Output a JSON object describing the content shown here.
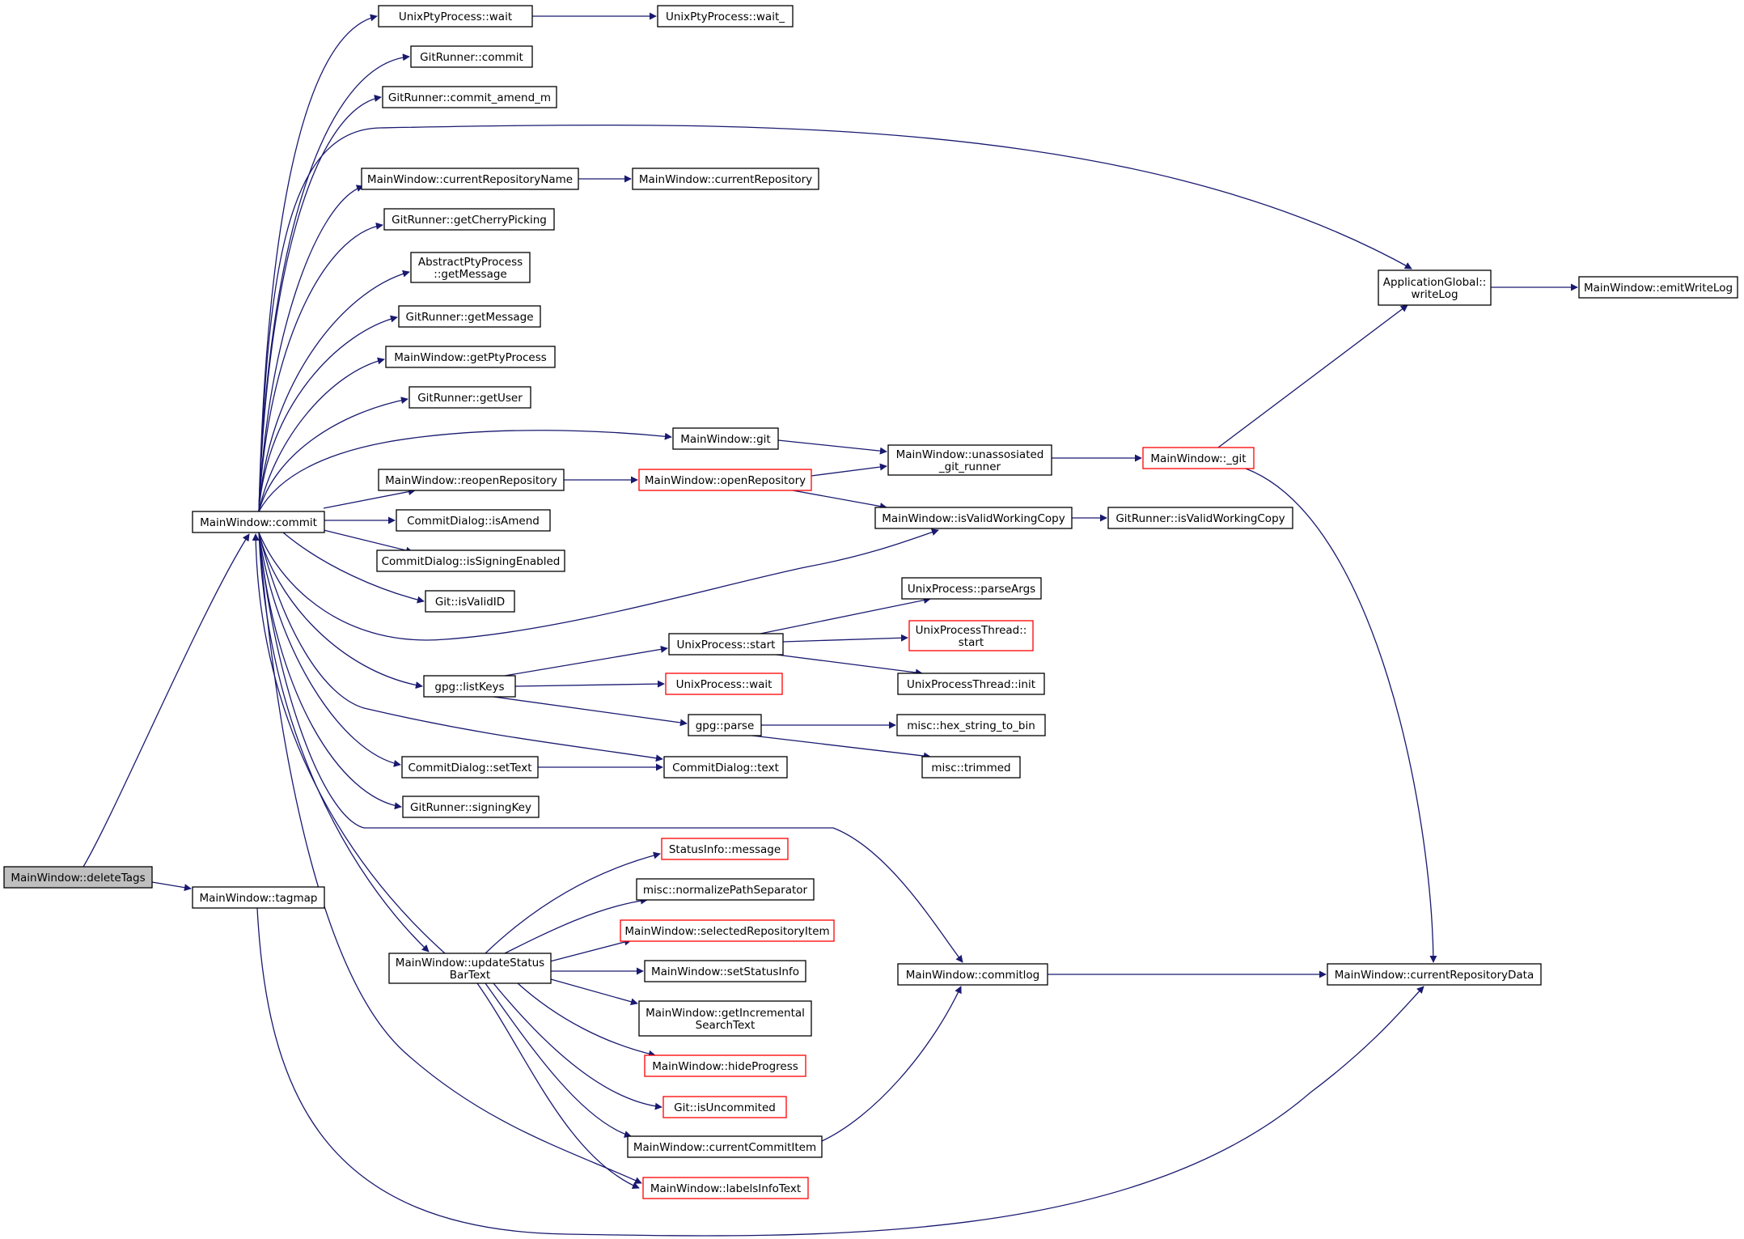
{
  "diagram": {
    "type": "call-graph",
    "node_border_color": "#000000",
    "truncated_node_border_color": "#ff0000",
    "root_fill_color": "#bfbfbf",
    "edge_color": "#191970",
    "nodes": [
      {
        "id": "deleteTags",
        "lines": [
          "MainWindow::deleteTags"
        ],
        "style": "root"
      },
      {
        "id": "commit",
        "lines": [
          "MainWindow::commit"
        ],
        "style": "normal"
      },
      {
        "id": "tagmap",
        "lines": [
          "MainWindow::tagmap"
        ],
        "style": "normal"
      },
      {
        "id": "ptywait",
        "lines": [
          "UnixPtyProcess::wait"
        ],
        "style": "normal"
      },
      {
        "id": "ptywait_",
        "lines": [
          "UnixPtyProcess::wait_"
        ],
        "style": "normal"
      },
      {
        "id": "grcommit",
        "lines": [
          "GitRunner::commit"
        ],
        "style": "normal"
      },
      {
        "id": "amend",
        "lines": [
          "GitRunner::commit_amend_m"
        ],
        "style": "normal"
      },
      {
        "id": "curRepoName",
        "lines": [
          "MainWindow::currentRepositoryName"
        ],
        "style": "normal"
      },
      {
        "id": "curRepo",
        "lines": [
          "MainWindow::currentRepository"
        ],
        "style": "normal"
      },
      {
        "id": "cherry",
        "lines": [
          "GitRunner::getCherryPicking"
        ],
        "style": "normal"
      },
      {
        "id": "absmsg",
        "lines": [
          "AbstractPtyProcess",
          "::getMessage"
        ],
        "style": "normal"
      },
      {
        "id": "grmsg",
        "lines": [
          "GitRunner::getMessage"
        ],
        "style": "normal"
      },
      {
        "id": "getpty",
        "lines": [
          "MainWindow::getPtyProcess"
        ],
        "style": "normal"
      },
      {
        "id": "getuser",
        "lines": [
          "GitRunner::getUser"
        ],
        "style": "normal"
      },
      {
        "id": "mwgit",
        "lines": [
          "MainWindow::git"
        ],
        "style": "normal"
      },
      {
        "id": "unassoc",
        "lines": [
          "MainWindow::unassosiated",
          "_git_runner"
        ],
        "style": "normal"
      },
      {
        "id": "_git",
        "lines": [
          "MainWindow::_git"
        ],
        "style": "red"
      },
      {
        "id": "reopen",
        "lines": [
          "MainWindow::reopenRepository"
        ],
        "style": "normal"
      },
      {
        "id": "open",
        "lines": [
          "MainWindow::openRepository"
        ],
        "style": "red"
      },
      {
        "id": "isAmend",
        "lines": [
          "CommitDialog::isAmend"
        ],
        "style": "normal"
      },
      {
        "id": "isValidWC",
        "lines": [
          "MainWindow::isValidWorkingCopy"
        ],
        "style": "normal"
      },
      {
        "id": "grIsValidWC",
        "lines": [
          "GitRunner::isValidWorkingCopy"
        ],
        "style": "normal"
      },
      {
        "id": "signEn",
        "lines": [
          "CommitDialog::isSigningEnabled"
        ],
        "style": "normal"
      },
      {
        "id": "gitValidID",
        "lines": [
          "Git::isValidID"
        ],
        "style": "normal"
      },
      {
        "id": "parseArgs",
        "lines": [
          "UnixProcess::parseArgs"
        ],
        "style": "normal"
      },
      {
        "id": "upstart",
        "lines": [
          "UnixProcess::start"
        ],
        "style": "normal"
      },
      {
        "id": "uptstart",
        "lines": [
          "UnixProcessThread::",
          "start"
        ],
        "style": "red"
      },
      {
        "id": "listKeys",
        "lines": [
          "gpg::listKeys"
        ],
        "style": "normal"
      },
      {
        "id": "upwait",
        "lines": [
          "UnixProcess::wait"
        ],
        "style": "red"
      },
      {
        "id": "uptinit",
        "lines": [
          "UnixProcessThread::init"
        ],
        "style": "normal"
      },
      {
        "id": "gpgparse",
        "lines": [
          "gpg::parse"
        ],
        "style": "normal"
      },
      {
        "id": "hex",
        "lines": [
          "misc::hex_string_to_bin"
        ],
        "style": "normal"
      },
      {
        "id": "setText",
        "lines": [
          "CommitDialog::setText"
        ],
        "style": "normal"
      },
      {
        "id": "text",
        "lines": [
          "CommitDialog::text"
        ],
        "style": "normal"
      },
      {
        "id": "trimmed",
        "lines": [
          "misc::trimmed"
        ],
        "style": "normal"
      },
      {
        "id": "signKey",
        "lines": [
          "GitRunner::signingKey"
        ],
        "style": "normal"
      },
      {
        "id": "writeLog",
        "lines": [
          "ApplicationGlobal::",
          "writeLog"
        ],
        "style": "normal"
      },
      {
        "id": "emitWL",
        "lines": [
          "MainWindow::emitWriteLog"
        ],
        "style": "normal"
      },
      {
        "id": "statusMsg",
        "lines": [
          "StatusInfo::message"
        ],
        "style": "red"
      },
      {
        "id": "normPath",
        "lines": [
          "misc::normalizePathSeparator"
        ],
        "style": "normal"
      },
      {
        "id": "selRepo",
        "lines": [
          "MainWindow::selectedRepositoryItem"
        ],
        "style": "red"
      },
      {
        "id": "updSB",
        "lines": [
          "MainWindow::updateStatus",
          "BarText"
        ],
        "style": "normal"
      },
      {
        "id": "setSI",
        "lines": [
          "MainWindow::setStatusInfo"
        ],
        "style": "normal"
      },
      {
        "id": "commitlog",
        "lines": [
          "MainWindow::commitlog"
        ],
        "style": "normal"
      },
      {
        "id": "curRepoData",
        "lines": [
          "MainWindow::currentRepositoryData"
        ],
        "style": "normal"
      },
      {
        "id": "incSearch",
        "lines": [
          "MainWindow::getIncremental",
          "SearchText"
        ],
        "style": "normal"
      },
      {
        "id": "hideProg",
        "lines": [
          "MainWindow::hideProgress"
        ],
        "style": "red"
      },
      {
        "id": "isUncom",
        "lines": [
          "Git::isUncommited"
        ],
        "style": "red"
      },
      {
        "id": "curCommit",
        "lines": [
          "MainWindow::currentCommitItem"
        ],
        "style": "normal"
      },
      {
        "id": "labels",
        "lines": [
          "MainWindow::labelsInfoText"
        ],
        "style": "red"
      }
    ],
    "edges": [
      [
        "deleteTags",
        "commit"
      ],
      [
        "deleteTags",
        "tagmap"
      ],
      [
        "commit",
        "ptywait"
      ],
      [
        "ptywait",
        "ptywait_"
      ],
      [
        "commit",
        "grcommit"
      ],
      [
        "commit",
        "amend"
      ],
      [
        "commit",
        "writeLog"
      ],
      [
        "commit",
        "curRepoName"
      ],
      [
        "curRepoName",
        "curRepo"
      ],
      [
        "commit",
        "cherry"
      ],
      [
        "commit",
        "absmsg"
      ],
      [
        "commit",
        "grmsg"
      ],
      [
        "commit",
        "getpty"
      ],
      [
        "commit",
        "getuser"
      ],
      [
        "commit",
        "mwgit"
      ],
      [
        "mwgit",
        "unassoc"
      ],
      [
        "unassoc",
        "_git"
      ],
      [
        "_git",
        "writeLog"
      ],
      [
        "_git",
        "curRepoData"
      ],
      [
        "writeLog",
        "emitWL"
      ],
      [
        "commit",
        "reopen"
      ],
      [
        "reopen",
        "open"
      ],
      [
        "open",
        "unassoc"
      ],
      [
        "open",
        "isValidWC"
      ],
      [
        "isValidWC",
        "grIsValidWC"
      ],
      [
        "commit",
        "isAmend"
      ],
      [
        "commit",
        "signEn"
      ],
      [
        "commit",
        "gitValidID"
      ],
      [
        "commit",
        "isValidWC"
      ],
      [
        "commit",
        "listKeys"
      ],
      [
        "listKeys",
        "upstart"
      ],
      [
        "listKeys",
        "upwait"
      ],
      [
        "listKeys",
        "gpgparse"
      ],
      [
        "upstart",
        "parseArgs"
      ],
      [
        "upstart",
        "uptstart"
      ],
      [
        "upstart",
        "uptinit"
      ],
      [
        "gpgparse",
        "hex"
      ],
      [
        "gpgparse",
        "trimmed"
      ],
      [
        "commit",
        "text"
      ],
      [
        "commit",
        "setText"
      ],
      [
        "setText",
        "text"
      ],
      [
        "commit",
        "signKey"
      ],
      [
        "commit",
        "commitlog"
      ],
      [
        "commit",
        "updSB"
      ],
      [
        "commit",
        "labels"
      ],
      [
        "updSB",
        "commit"
      ],
      [
        "updSB",
        "statusMsg"
      ],
      [
        "updSB",
        "normPath"
      ],
      [
        "updSB",
        "selRepo"
      ],
      [
        "updSB",
        "setSI"
      ],
      [
        "updSB",
        "incSearch"
      ],
      [
        "updSB",
        "hideProg"
      ],
      [
        "updSB",
        "isUncom"
      ],
      [
        "updSB",
        "curCommit"
      ],
      [
        "updSB",
        "labels"
      ],
      [
        "curCommit",
        "commitlog"
      ],
      [
        "commitlog",
        "curRepoData"
      ],
      [
        "tagmap",
        "curRepoData"
      ]
    ]
  }
}
